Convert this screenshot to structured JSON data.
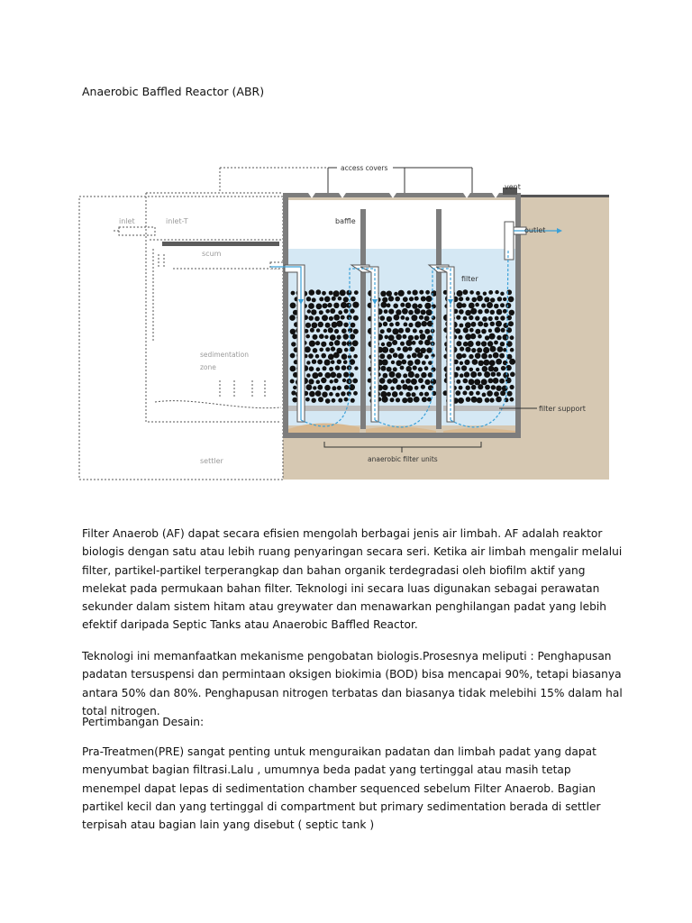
{
  "document": {
    "heading": "Anaerobic Baffled Reactor (ABR)",
    "paragraphs": [
      "Filter Anaerob (AF) dapat secara efisien mengolah berbagai jenis air limbah. AF adalah reaktor biologis dengan satu atau lebih ruang penyaringan secara seri. Ketika air limbah mengalir melalui filter, partikel-partikel terperangkap dan bahan organik terdegradasi oleh biofilm aktif yang melekat pada permukaan bahan filter. Teknologi ini secara luas digunakan sebagai perawatan sekunder dalam sistem hitam atau greywater dan menawarkan penghilangan padat yang lebih efektif daripada Septic Tanks atau Anaerobic Baffled Reactor.",
      "Teknologi ini memanfaatkan mekanisme pengobatan biologis.Prosesnya meliputi :  Penghapusan padatan tersuspensi dan permintaan oksigen biokimia (BOD) bisa mencapai 90%, tetapi biasanya antara 50% dan 80%. Penghapusan nitrogen terbatas dan biasanya tidak melebihi 15% dalam hal total nitrogen.",
      "Pertimbangan Desain:",
      "Pra-Treatmen(PRE) sangat penting untuk menguraikan padatan dan limbah padat yang dapat menyumbat bagian filtrasi.Lalu , umumnya beda padat yang tertinggal atau masih tetap menempel dapat lepas di  sedimentation chamber sequenced sebelum Filter Anaerob. Bagian partikel kecil dan yang tertinggal di compartment but primary sedimentation berada di settler terpisah atau bagian lain yang disebut ( septic tank )"
    ]
  },
  "diagram": {
    "labels": {
      "access_covers": "access covers",
      "vent": "vent",
      "inlet": "inlet",
      "inlet_t": "inlet-T",
      "baffle": "baffle",
      "outlet": "outlet",
      "scum": "scum",
      "filter": "filter",
      "sedimentation_1": "sedimentation",
      "sedimentation_2": "zone",
      "filter_support": "filter support",
      "settler": "settler",
      "anaerobic_filter_units": "anaerobic filter units"
    },
    "colors": {
      "ground": "#d6c8b2",
      "wall": "#7d7d7d",
      "water": "#d5e8f4",
      "media": "#111111",
      "flow": "#3aa0d8",
      "sludge": "#d8b991",
      "dashed": "#555555",
      "label_gray": "#9a9a9a"
    }
  }
}
